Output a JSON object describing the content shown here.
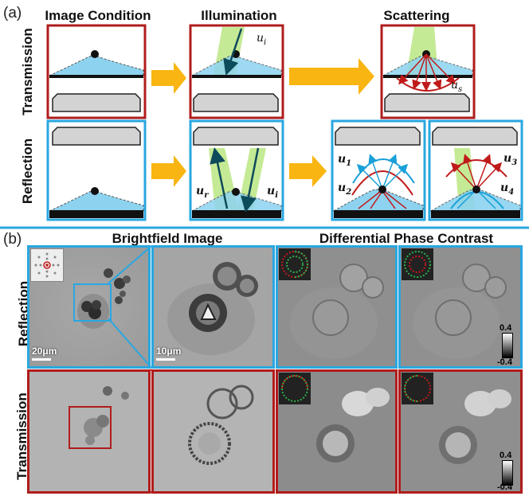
{
  "panel_a": {
    "label": "(a)",
    "headers": {
      "condition": "Image Condition",
      "illumination": "Illumination",
      "scattering": "Scattering"
    },
    "rows": {
      "transmission": "Transmission",
      "reflection": "Reflection"
    },
    "math": {
      "u_i_t": "u",
      "u_i_t_sub": "i",
      "u_s": "u",
      "u_s_sub": "s",
      "u_r": "u",
      "u_r_sub": "r",
      "u_i_r": "u",
      "u_i_r_sub": "i",
      "u1": "u",
      "u1_sub": "1",
      "u2": "u",
      "u2_sub": "2",
      "u3": "u",
      "u3_sub": "3",
      "u4": "u",
      "u4_sub": "4"
    }
  },
  "panel_b": {
    "label": "(b)",
    "headers": {
      "brightfield": "Brightfield Image",
      "dpc": "Differential Phase Contrast"
    },
    "rows": {
      "reflection": "Reflection",
      "transmission": "Transmission"
    },
    "scalebars": {
      "overview": "20μm",
      "zoom": "10μm"
    },
    "colorbar": {
      "max": "0.4",
      "min": "-0.4"
    }
  },
  "colors": {
    "blue_frame": "#29a7e0",
    "red_frame": "#b01c1c",
    "arrow": "#f9b511",
    "sample": "#8dd3f0",
    "beam": "#b6e57a",
    "dark_ray": "#0d4a5a",
    "red_ray": "#c01a1a",
    "cyan_ray": "#1aa0d8"
  }
}
